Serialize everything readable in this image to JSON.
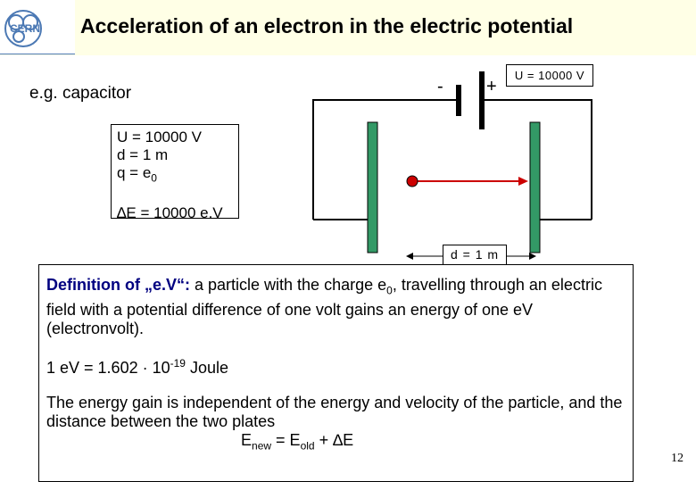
{
  "header": {
    "title": "Acceleration of an electron in the electric potential",
    "logo_text": "CERN"
  },
  "diagram": {
    "example_label": "e.g. capacitor",
    "minus_sign": "-",
    "plus_sign": "+",
    "voltage_label": "U = 10000 V",
    "distance_label": "d = 1 m",
    "plate_color": "#339966",
    "electron_color": "#cc0000"
  },
  "info_box": {
    "u_line": "U = 10000 V",
    "d_line": "d = 1 m",
    "q_prefix": "q = e",
    "q_sub": "0",
    "delta_symbol": "∆",
    "energy_suffix": "E = 10000 e.V"
  },
  "definition": {
    "term": "Definition of „e.V“:",
    "text_a": " a particle with the charge e",
    "charge_sub": "0",
    "text_b": ", travelling through an electric field with a potential difference of one volt gains an energy of one eV (electronvolt).",
    "joule_prefix": "1 eV = 1.602 · 10",
    "joule_exp": "-19",
    "joule_suffix": " Joule",
    "gain_text": "The energy gain is independent of the energy and velocity of the particle, and the distance between the two plates",
    "formula_e": "E",
    "formula_new": "new",
    "formula_eq": " = E",
    "formula_old": "old",
    "formula_plus": " + ",
    "formula_delta": "∆",
    "formula_end": "E"
  },
  "page": {
    "number": "12"
  }
}
